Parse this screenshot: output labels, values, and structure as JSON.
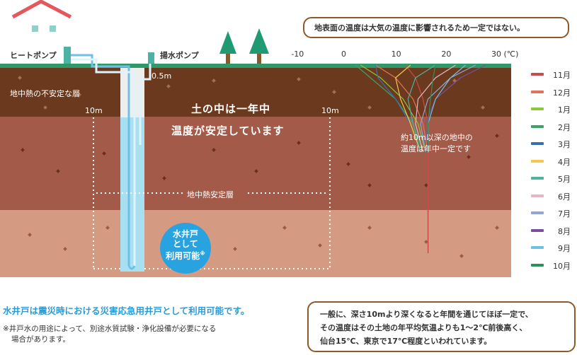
{
  "labels": {
    "heat_pump": "ヒートポンプ",
    "pump": "揚水ポンプ",
    "unstable_layer": "地中熱の不安定な層",
    "depth_05": "0.5m",
    "depth_10_left": "10m",
    "depth_10_right": "10m",
    "stable_title_1": "土の中は一年中",
    "stable_title_2": "温度が安定しています",
    "stable_layer": "地中熱安定層",
    "deep_note_1": "約10m以深の地中の",
    "deep_note_2": "温度は年中一定です",
    "badge_1": "水井戸",
    "badge_2": "として",
    "badge_3": "利用可能",
    "badge_mark": "※"
  },
  "top_note": "地表面の温度は大気の温度に影響されるため一定ではない。",
  "bottom_left": {
    "headline": "水井戸は震災時における災害応急用井戸として利用可能です。",
    "note_1": "※井戸水の用途によって、別途水質試験・浄化設備が必要になる",
    "note_2": "場合があります。"
  },
  "bottom_right": {
    "line_1": "一般に、深さ10mより深くなると年間を通じてほぼ一定で、",
    "line_2": "その温度はその土地の年平均気温よりも1〜2℃前後高く、",
    "line_3": "仙台15℃、東京で17℃程度といわれています。"
  },
  "colors": {
    "surface_soil": "#6b3a1e",
    "middle_soil": "#a45a48",
    "deep_soil": "#d59a82",
    "grass": "#2e9a6a",
    "water": "#a8e0f2",
    "badge": "#29a3e0",
    "headline_blue": "#2b9bd6",
    "roof": "#e3575d",
    "tree": "#1f9a72"
  },
  "chart_data": {
    "type": "line",
    "x_ticks": [
      "-10",
      "0",
      "10",
      "20",
      "30 (℃)"
    ],
    "xlim": [
      -10,
      30
    ],
    "series": [
      {
        "name": "11月",
        "color": "#c94c4c",
        "values": [
          12,
          14,
          15.5,
          16.5,
          17
        ]
      },
      {
        "name": "12月",
        "color": "#e0735a",
        "values": [
          6,
          10,
          13.5,
          15.5,
          16.5
        ]
      },
      {
        "name": "1月",
        "color": "#8dc63f",
        "values": [
          3,
          7,
          11.5,
          14.5,
          16
        ]
      },
      {
        "name": "2月",
        "color": "#3aa56b",
        "values": [
          2,
          5,
          10,
          13.5,
          15.5
        ]
      },
      {
        "name": "3月",
        "color": "#3b6db3",
        "values": [
          6,
          6.5,
          10,
          13,
          15
        ]
      },
      {
        "name": "4月",
        "color": "#f2c94c",
        "values": [
          13,
          10,
          11,
          13,
          15
        ]
      },
      {
        "name": "5月",
        "color": "#4ab3a4",
        "values": [
          18,
          14,
          12.5,
          13.5,
          15
        ]
      },
      {
        "name": "6月",
        "color": "#e8b4c8",
        "values": [
          22,
          18,
          14.5,
          14,
          15.5
        ]
      },
      {
        "name": "7月",
        "color": "#8fa6d6",
        "values": [
          26,
          21,
          16.5,
          15,
          16
        ]
      },
      {
        "name": "8月",
        "color": "#7a4fa3",
        "values": [
          28,
          23,
          18,
          16,
          16.5
        ]
      },
      {
        "name": "9月",
        "color": "#6ec1e4",
        "values": [
          24,
          21,
          18,
          16.5,
          16.5
        ]
      },
      {
        "name": "10月",
        "color": "#2f8f5b",
        "values": [
          18,
          17.5,
          17,
          16.5,
          16.5
        ]
      }
    ]
  }
}
